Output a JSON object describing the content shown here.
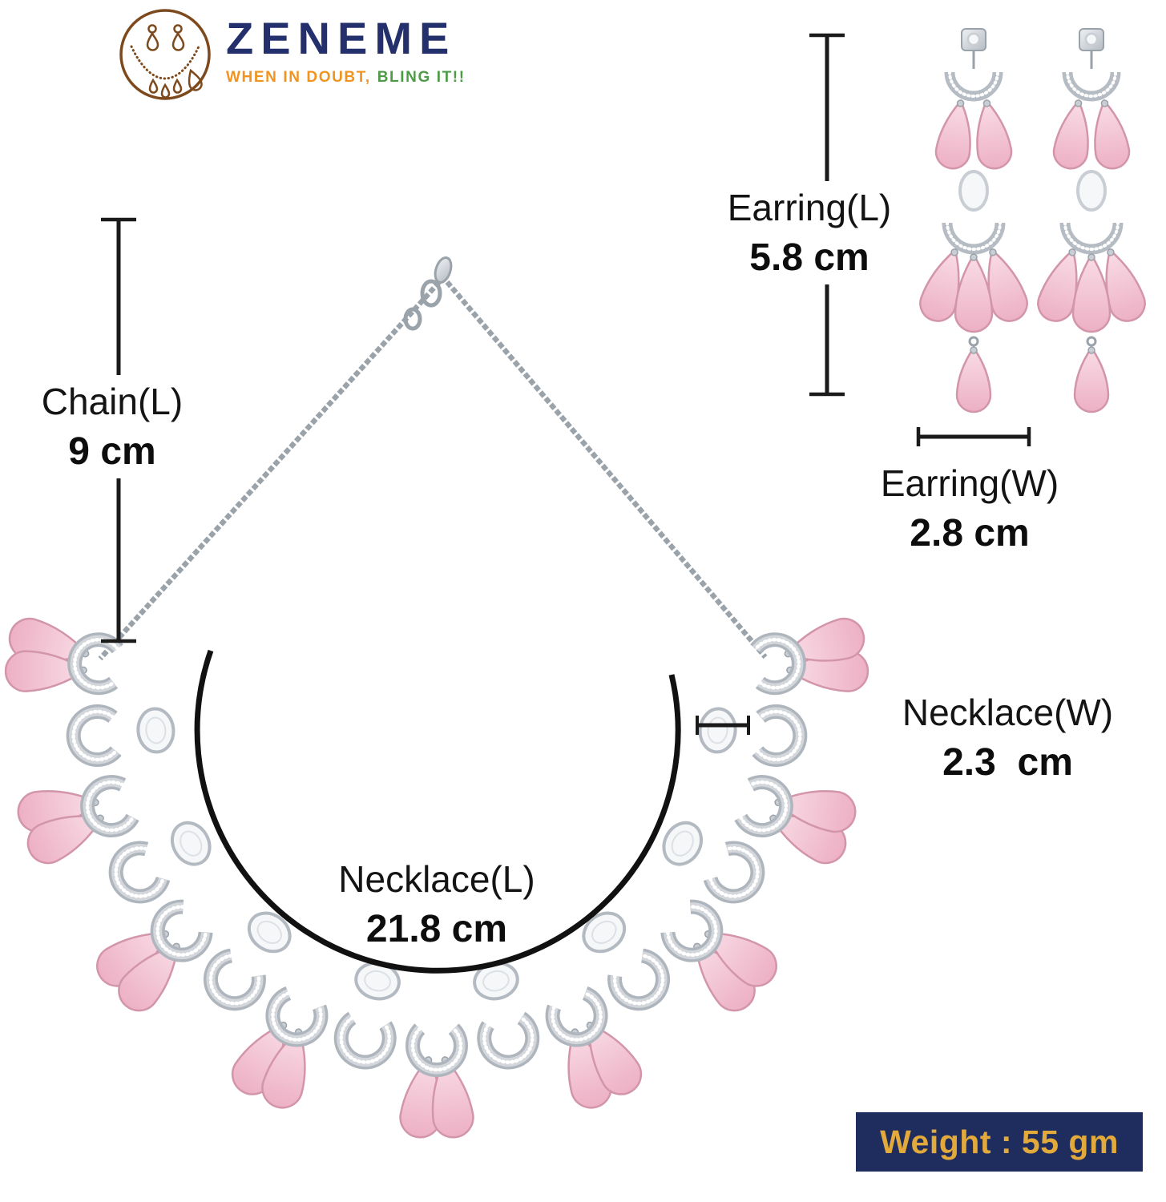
{
  "brand": {
    "name": "ZENEME",
    "tagline_part1": "WHEN IN DOUBT,",
    "tagline_part2": "BLING IT!!"
  },
  "measurements": {
    "chain_length": {
      "label": "Chain(L)",
      "value": "9 cm"
    },
    "earring_length": {
      "label": "Earring(L)",
      "value": "5.8 cm"
    },
    "earring_width": {
      "label": "Earring(W)",
      "value": "2.8 cm"
    },
    "necklace_width": {
      "label": "Necklace(W)",
      "value": "2.3  cm"
    },
    "necklace_length": {
      "label": "Necklace(L)",
      "value": "21.8 cm"
    }
  },
  "weight_badge": {
    "text": "Weight : 55 gm"
  },
  "palette": {
    "wordmark_navy": "#23306b",
    "tagline_orange": "#f0941f",
    "tagline_green": "#4e9b47",
    "logo_brown": "#7d4a1e",
    "metal_light": "#e9ebee",
    "metal": "#c9ced4",
    "metal_dark": "#9aa2aa",
    "stone_pink": "#f3c6d5",
    "stone_pink_dark": "#d295a9",
    "stone_clear": "#f5f7f9",
    "badge_navy": "#1f2c5e",
    "badge_gold": "#e2a93b",
    "measure_line": "#1a1a1a"
  }
}
